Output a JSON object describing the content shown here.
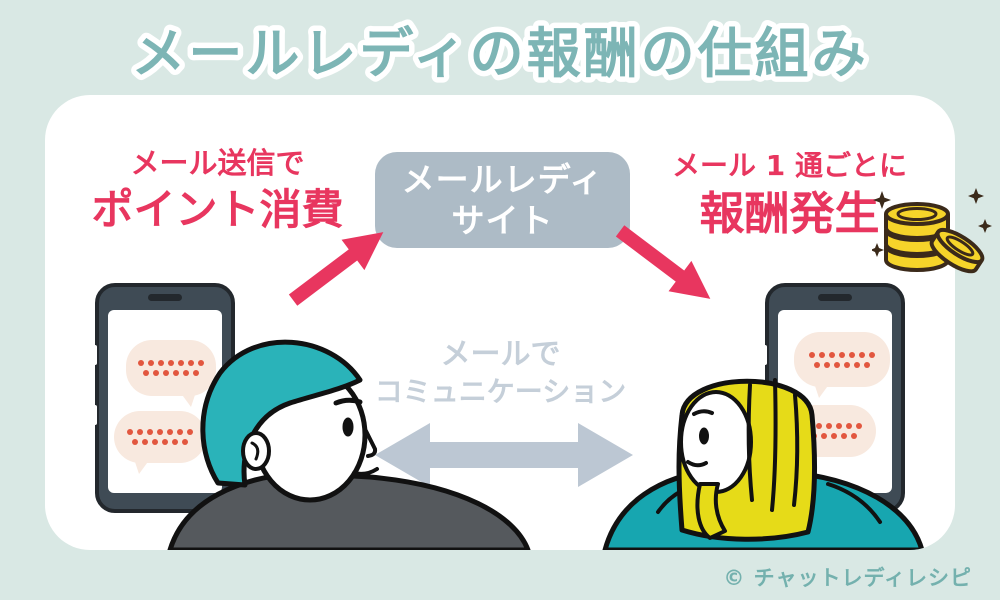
{
  "title": "メールレディの報酬の仕組み",
  "flow": {
    "sender_label": {
      "line1": "メール送信で",
      "line2": "ポイント消費"
    },
    "site_box": {
      "line1": "メールレディ",
      "line2": "サイト"
    },
    "reward_label": {
      "line1": "メール 1 通ごとに",
      "line2": "報酬発生"
    },
    "communication_label": {
      "line1": "メールで",
      "line2": "コミュニケーション"
    }
  },
  "footer": {
    "copyright": "© チャットレディレシピ"
  },
  "chat_bubble": {
    "dot_rows": [
      7,
      6
    ]
  },
  "icons": {
    "coins-icon": "stack of gold coins with sparkles",
    "up-right-arrow-icon": "pink arrow pointing to site box",
    "down-right-arrow-icon": "pink arrow pointing from site box",
    "double-arrow-icon": "gray horizontal double-headed arrow",
    "phone-icon": "smartphone with chat screen",
    "chat-bubble-icon": "speech bubble with typing dots",
    "man-illustration": "man with teal hair in dark shirt",
    "woman-illustration": "woman with blonde hair in teal hoodie"
  },
  "colors": {
    "background": "#d9e8e4",
    "card": "#ffffff",
    "title_teal": "#7db5b5",
    "accent_pink": "#e8365f",
    "site_box_gray": "#adbbc6",
    "muted_text_gray": "#c5cfd9",
    "arrow_gray": "#bcc7d3",
    "phone_frame": "#3f4b55",
    "bubble_peach": "#f8e9df",
    "bubble_dots": "#e2573f",
    "hair_teal": "#2ab3b9",
    "hair_yellow": "#e6db18",
    "shirt_gray": "#55595d",
    "hoodie_teal": "#17a6b0",
    "coin_gold": "#f6d42a",
    "copyright_teal": "#74b1ae"
  }
}
